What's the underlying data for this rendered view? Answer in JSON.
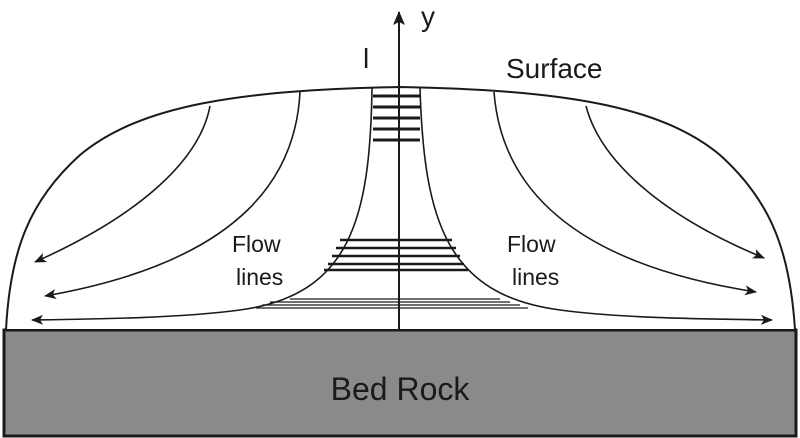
{
  "labels": {
    "axis_y": "y",
    "layer_marker": "l",
    "surface": "Surface",
    "flow_left_line1": "Flow",
    "flow_left_line2": "lines",
    "flow_right_line1": "Flow",
    "flow_right_line2": "lines",
    "bedrock": "Bed Rock"
  },
  "colors": {
    "ink": "#1a1a1a",
    "bedrock_fill": "#8a8a8a",
    "background": "#ffffff"
  }
}
